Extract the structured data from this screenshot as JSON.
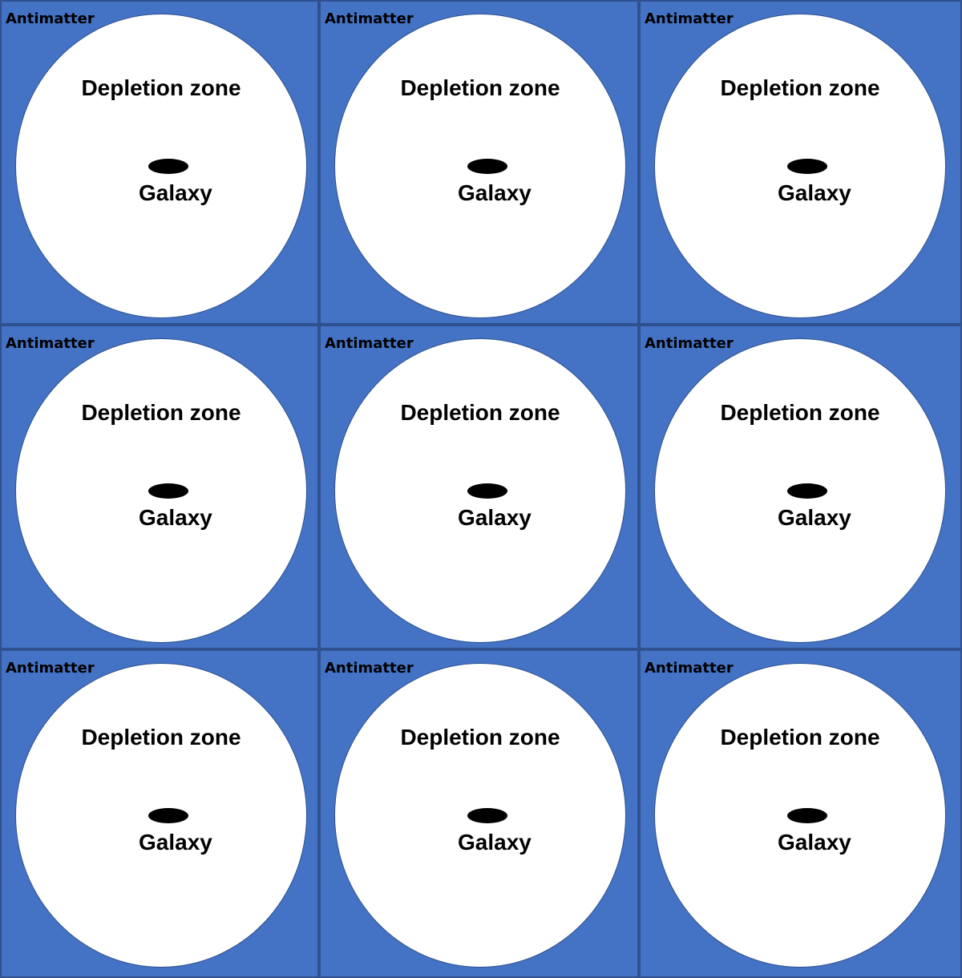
{
  "colors": {
    "antimatter_background": "#4472c4",
    "depletion_zone_fill": "#ffffff",
    "galaxy_fill": "#000000",
    "border": "#2f528f"
  },
  "cells": [
    {
      "region_label": "Antimatter",
      "zone_label": "Depletion zone",
      "galaxy_label": "Galaxy"
    },
    {
      "region_label": "Antimatter",
      "zone_label": "Depletion zone",
      "galaxy_label": "Galaxy"
    },
    {
      "region_label": "Antimatter",
      "zone_label": "Depletion zone",
      "galaxy_label": "Galaxy"
    },
    {
      "region_label": "Antimatter",
      "zone_label": "Depletion zone",
      "galaxy_label": "Galaxy"
    },
    {
      "region_label": "Antimatter",
      "zone_label": "Depletion zone",
      "galaxy_label": "Galaxy"
    },
    {
      "region_label": "Antimatter",
      "zone_label": "Depletion zone",
      "galaxy_label": "Galaxy"
    },
    {
      "region_label": "Antimatter",
      "zone_label": "Depletion zone",
      "galaxy_label": "Galaxy"
    },
    {
      "region_label": "Antimatter",
      "zone_label": "Depletion zone",
      "galaxy_label": "Galaxy"
    },
    {
      "region_label": "Antimatter",
      "zone_label": "Depletion zone",
      "galaxy_label": "Galaxy"
    }
  ]
}
